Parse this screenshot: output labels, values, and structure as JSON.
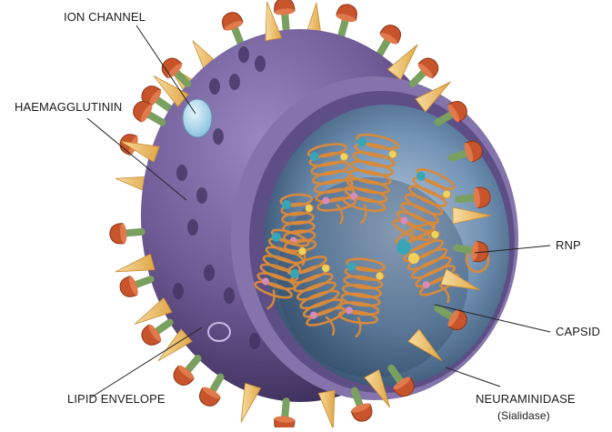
{
  "labels": {
    "ion_channel": "ION CHANNEL",
    "haemagglutinin": "HAEMAGGLUTININ",
    "rnp": "RNP",
    "capsid": "CAPSID",
    "lipid_envelope": "LIPID ENVELOPE",
    "neuraminidase": "NEURAMINIDASE",
    "neuraminidase_sub": "(Sialidase)"
  },
  "colors": {
    "envelope_purple": "#6f5b96",
    "envelope_dark": "#3f315f",
    "cut_rim": "#8d7fb2",
    "interior_blue": "#6f94b8",
    "interior_dark": "#35506d",
    "rnp_orange": "#d8893a",
    "spike_yellow": "#f2c76b",
    "na_red": "#c8542b",
    "na_stalk": "#7aa05f",
    "ion_channel": "#a9d3ea",
    "node_teal": "#39a6b8",
    "node_yellow": "#f0d35a",
    "node_pink": "#d88ab8",
    "leader": "#222222"
  }
}
